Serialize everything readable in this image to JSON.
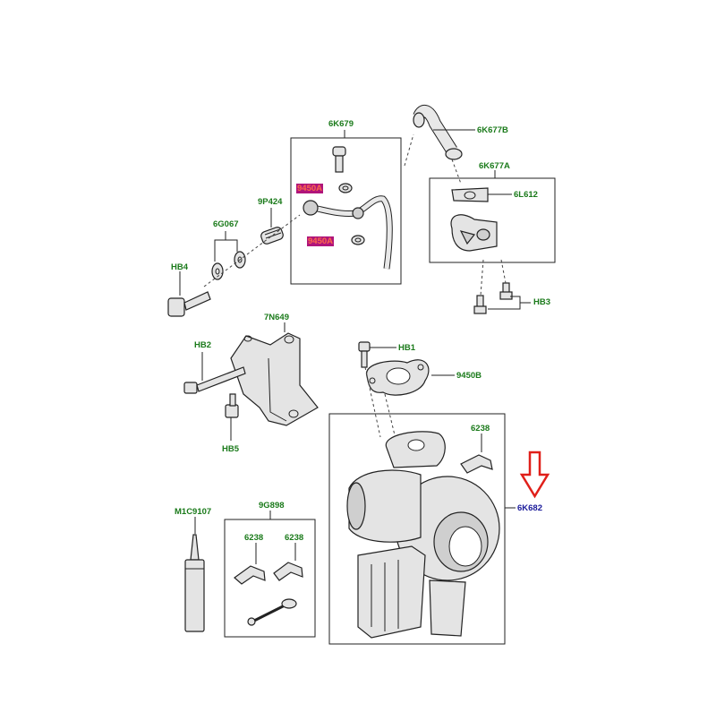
{
  "labels": {
    "k6K679": "6K679",
    "k6K677B": "6K677B",
    "k6K677A": "6K677A",
    "k6L612": "6L612",
    "k9450A_1": "9450A",
    "k9450A_2": "9450A",
    "k9P424": "9P424",
    "k6G067": "6G067",
    "kHB4": "HB4",
    "kHB3": "HB3",
    "k7N649": "7N649",
    "kHB2": "HB2",
    "kHB1": "HB1",
    "k9450B": "9450B",
    "kHB5": "HB5",
    "k6238_a": "6238",
    "k6K682": "6K682",
    "kM1C9107": "M1C9107",
    "k9G898": "9G898",
    "k6238_b": "6238",
    "k6238_c": "6238"
  },
  "colors": {
    "label_green": "#1a7a1a",
    "label_blue": "#1a1a9a",
    "highlight_bg": "#b0157a",
    "arrow_red": "#e0201a"
  },
  "icons": {
    "indicator": "red-down-arrow-icon"
  }
}
